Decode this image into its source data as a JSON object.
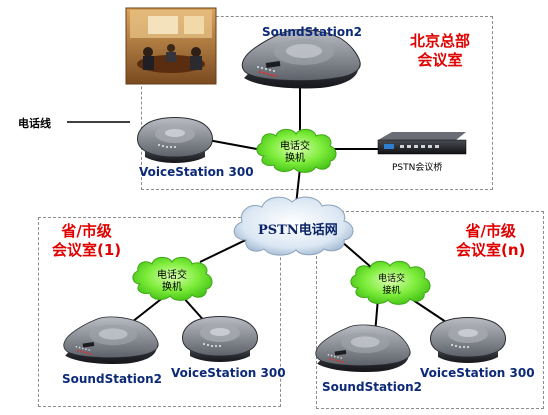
{
  "hq": {
    "title_line1": "北京总部",
    "title_line2": "会议室",
    "soundstation_label": "SoundStation2",
    "voicestation_label": "VoiceStation 300",
    "switch_line1": "电话交",
    "switch_line2": "换机",
    "bridge_label": "PSTN会议桥"
  },
  "phone_line_label": "电话线",
  "pstn_label": "PSTN电话网",
  "left_room": {
    "title_line1": "省/市级",
    "title_line2": "会议室(1)",
    "switch_line1": "电话交",
    "switch_line2": "换机",
    "soundstation_label": "SoundStation2",
    "voicestation_label": "VoiceStation 300"
  },
  "right_room": {
    "title_line1": "省/市级",
    "title_line2": "会议室(n)",
    "switch_line1": "电话交",
    "switch_line2": "接机",
    "soundstation_label": "SoundStation2",
    "voicestation_label": "VoiceStation 300"
  },
  "colors": {
    "title_red": "#e00000",
    "device_label_blue": "#0c2a78",
    "switch_cloud_green": "#5fe02a",
    "pstn_cloud_blue": "#c8dcee",
    "box_border": "#8c8c8c"
  }
}
